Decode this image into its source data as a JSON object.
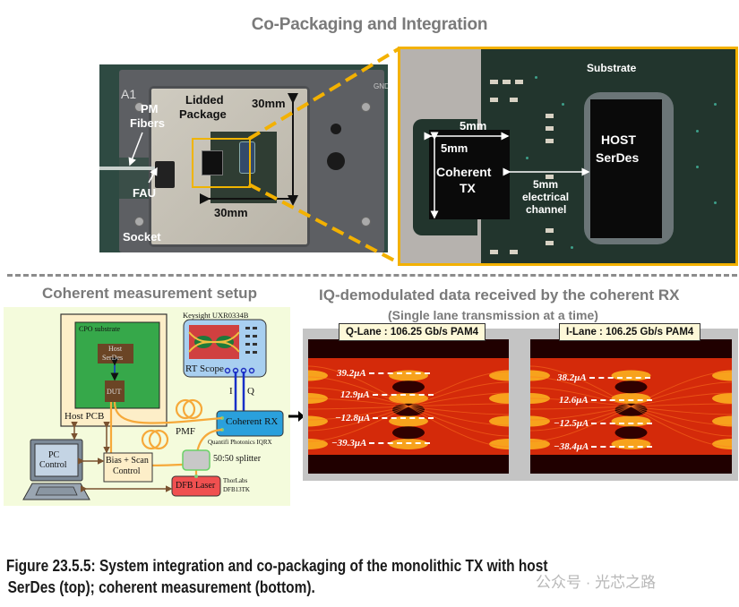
{
  "top": {
    "title": "Co-Packaging and Integration",
    "photo_left": {
      "labels": {
        "a1": "A1",
        "pm_fibers_1": "PM",
        "pm_fibers_2": "Fibers",
        "fau": "FAU",
        "socket": "Socket",
        "lidded_1": "Lidded",
        "lidded_2": "Package",
        "dim_vertical": "30mm",
        "dim_horizontal": "30mm",
        "gnd": "GND"
      }
    },
    "photo_right": {
      "labels": {
        "substrate": "Substrate",
        "tx_width": "5mm",
        "tx_height": "5mm",
        "tx_1": "Coherent",
        "tx_2": "TX",
        "host_1": "HOST",
        "host_2": "SerDes",
        "channel_1": "5mm",
        "channel_2": "electrical",
        "channel_3": "channel"
      }
    },
    "accent_color": "#f3b100"
  },
  "bottom": {
    "setup_title": "Coherent measurement setup",
    "setup": {
      "scope_model": "Keysight UXR0334B",
      "scope_label": "RT Scope",
      "cpo_substrate": "CPO substrate",
      "host_serdes_1": "Host",
      "host_serdes_2": "SerDes",
      "dut": "DUT",
      "host_pcb": "Host PCB",
      "i_label": "I",
      "q_label": "Q",
      "pmf": "PMF",
      "coherent_rx": "Coherent RX",
      "rx_vendor": "Quantifi Photonics IQRX",
      "splitter": "50:50 splitter",
      "pc_1": "PC",
      "pc_2": "Control",
      "bias_1": "Bias + Scan",
      "bias_2": "Control",
      "laser": "DFB Laser",
      "laser_vendor_1": "ThorLabs",
      "laser_vendor_2": "DFB13TK"
    },
    "iq_title": "IQ-demodulated data received by the coherent RX",
    "iq_subtitle": "(Single lane transmission at a time)",
    "eyes": [
      {
        "label": "Q-Lane : 106.25 Gb/s PAM4",
        "levels": [
          "39.2μA",
          "12.9μA",
          "−12.8μA",
          "−39.3μA"
        ]
      },
      {
        "label": "I-Lane : 106.25 Gb/s PAM4",
        "levels": [
          "38.2μA",
          "12.6μA",
          "−12.5μA",
          "−38.4μA"
        ]
      }
    ]
  },
  "caption": {
    "line1": "Figure 23.5.5: System integration and co-packaging of the monolithic TX with host",
    "line2": "SerDes (top); coherent measurement (bottom)."
  },
  "watermark": "公众号 · 光芯之路"
}
